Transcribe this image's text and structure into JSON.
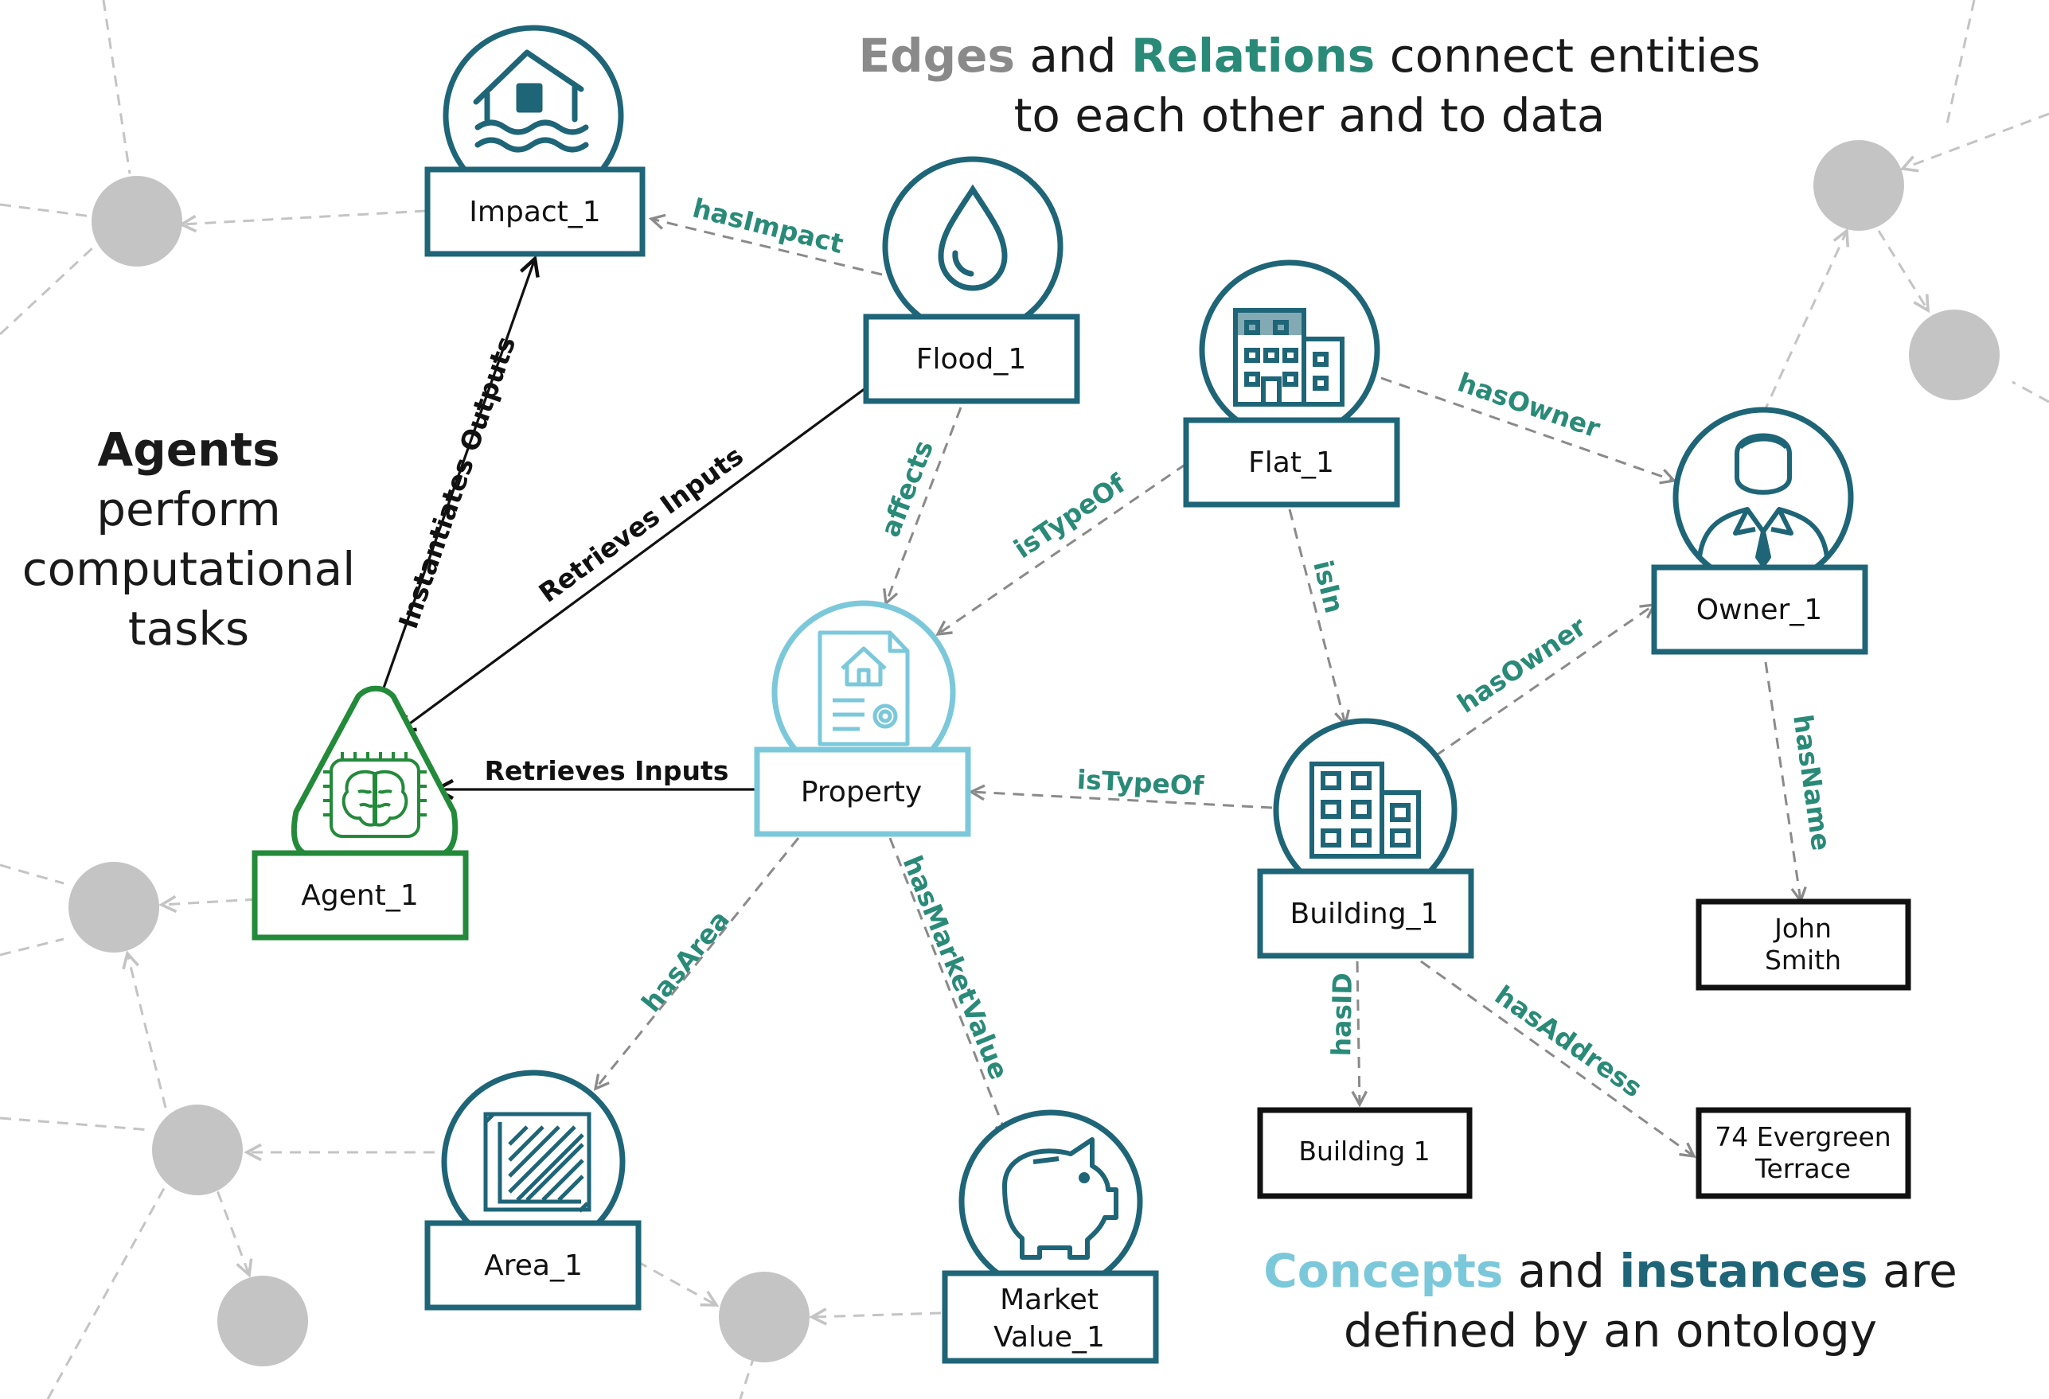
{
  "headings": {
    "edges": {
      "parts": [
        {
          "text": "Edges",
          "color": "#8a8a8a",
          "bold": true
        },
        {
          "text": " and ",
          "color": "#1a1a1a",
          "bold": false
        },
        {
          "text": "Relations",
          "color": "#2a8a78",
          "bold": true
        },
        {
          "text": " connect entities",
          "color": "#1a1a1a",
          "bold": false
        }
      ],
      "line2": "to each other and to data"
    },
    "agents": {
      "word": "Agents",
      "color": "#238a3a",
      "lines": [
        "perform",
        "computational",
        "tasks"
      ]
    },
    "concepts": {
      "parts": [
        {
          "text": "Concepts",
          "color": "#7cc8db",
          "bold": true
        },
        {
          "text": " and ",
          "color": "#1a1a1a",
          "bold": false
        },
        {
          "text": "instances",
          "color": "#1e6577",
          "bold": true
        },
        {
          "text": " are",
          "color": "#1a1a1a",
          "bold": false
        }
      ],
      "line2": "defined by an ontology"
    }
  },
  "nodes": {
    "impact": {
      "label": "Impact_1",
      "icon": "flooded-house-icon"
    },
    "flood": {
      "label": "Flood_1",
      "icon": "water-drop-icon"
    },
    "flat": {
      "label": "Flat_1",
      "icon": "apartment-building-icon"
    },
    "owner": {
      "label": "Owner_1",
      "icon": "businessman-icon"
    },
    "property": {
      "label": "Property",
      "icon": "property-document-icon"
    },
    "agent": {
      "label": "Agent_1",
      "icon": "brain-chip-icon"
    },
    "building": {
      "label": "Building_1",
      "icon": "office-building-icon"
    },
    "area": {
      "label": "Area_1",
      "icon": "area-square-icon"
    },
    "market": {
      "label_lines": [
        "Market",
        "Value_1"
      ],
      "icon": "piggy-bank-icon"
    }
  },
  "literals": {
    "john": [
      "John",
      "Smith"
    ],
    "building_id": [
      "Building 1"
    ],
    "address": [
      "74 Evergreen",
      "Terrace"
    ]
  },
  "relations": {
    "hasImpact": "hasImpact",
    "affects": "affects",
    "isTypeOf_flat": "isTypeOf",
    "hasOwner_flat": "hasOwner",
    "isIn": "isIn",
    "hasOwner_building": "hasOwner",
    "isTypeOf_building": "isTypeOf",
    "hasName": "hasName",
    "hasID": "hasID",
    "hasAddress": "hasAddress",
    "hasArea": "hasArea",
    "hasMarketValue": "hasMarketValue",
    "instantiates": "Instantiates Outputs",
    "retrieves_flood": "Retrieves Inputs",
    "retrieves_property": "Retrieves Inputs"
  },
  "colors": {
    "instance": "#1e6577",
    "concept": "#7cc8db",
    "agent": "#238a3a",
    "relation": "#2a8a78",
    "edge_gray": "#b8b8b8",
    "background_node": "#c4c4c4",
    "literal_border": "#111111"
  }
}
